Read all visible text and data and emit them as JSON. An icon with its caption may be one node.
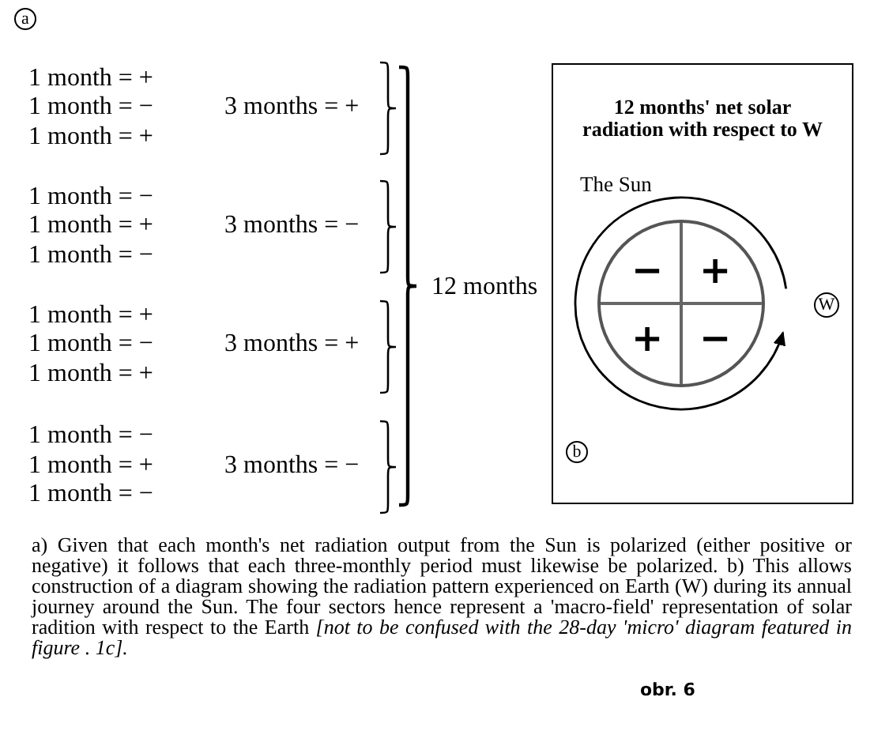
{
  "diagram": {
    "caption": "a) Given that each month's net radiation output from the Sun is polarized (either positive or negative) it follows that each three-monthly period must likewise be polarized. b) This allows construction of a diagram showing the radiation pattern experienced on Earth (W) during its annual journey around the Sun. The four sectors hence represent a 'macro-field' representation of solar radition with respect to the Earth *[not to be confused with the 28-day 'micro' diagram featured in figure . 1c].*",
    "nodes": [
      {
        "text": [
          "a"
        ]
      },
      {
        "text": [
          "12 months' net solar radiation with respect to W"
        ]
      },
      {
        "text": [],
        "shape": "circle",
        "in": 1,
        "beside": [
          "The Sun"
        ]
      },
      {
        "text": [
          "−"
        ],
        "in": 2
      },
      {
        "text": [
          "+"
        ],
        "in": 2
      },
      {
        "text": [
          "+"
        ],
        "in": 2
      },
      {
        "text": [
          "−"
        ],
        "in": 2
      },
      {
        "text": [
          "W"
        ],
        "in": 1
      },
      {
        "text": [
          "b"
        ],
        "in": 1
      }
    ],
    "labels": [
      "1 month = +",
      "1 month = −",
      "3 months = +",
      "1 month = +",
      "1 month = −",
      "1 month = +",
      "3 months = −",
      "1 month = −",
      "12 months",
      "1 month = +",
      "1 month = −",
      "3 months = +",
      "1 month = +",
      "1 month = −",
      "1 month = +",
      "3 months = −",
      "1 month = −",
      "obr. 6"
    ]
  }
}
